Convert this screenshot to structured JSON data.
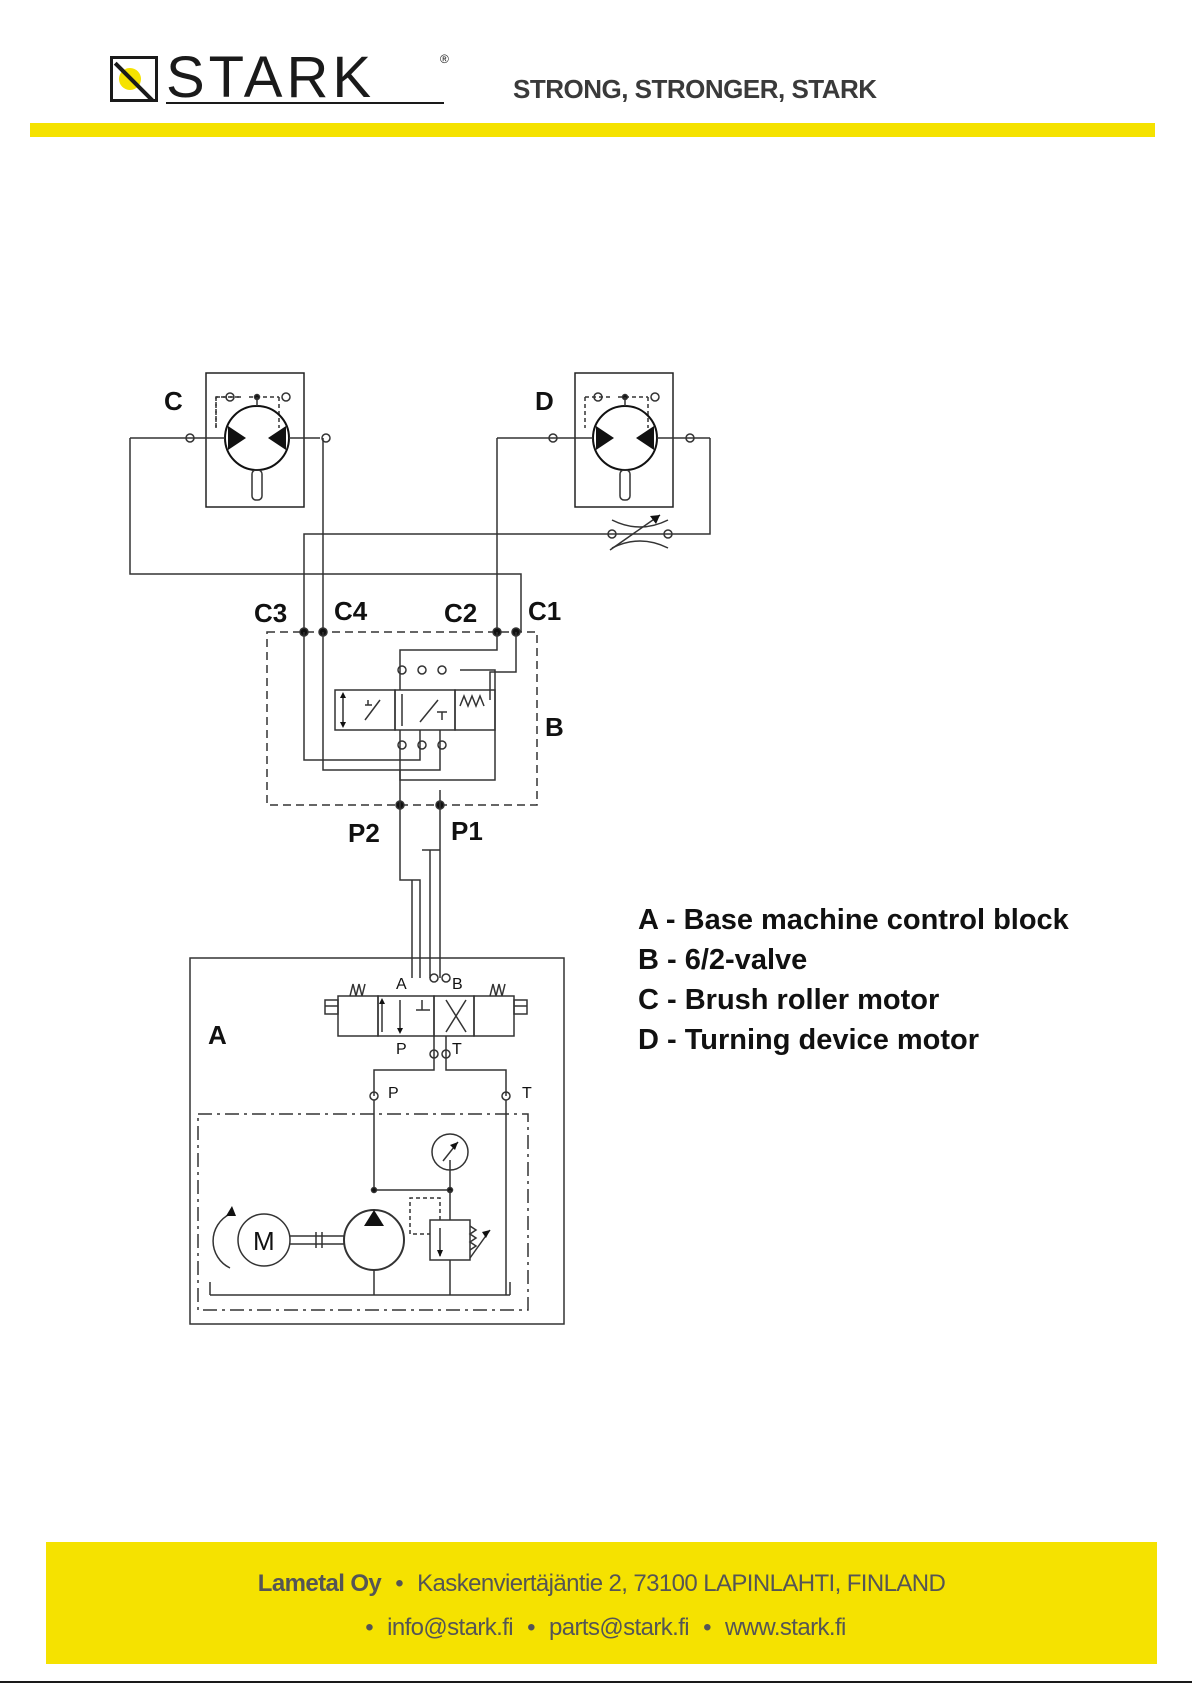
{
  "header": {
    "logo_text": "STARK",
    "logo_reg": "®",
    "tagline": "STRONG, STRONGER, STARK",
    "brand_yellow": "#f5e200"
  },
  "diagram": {
    "labels": {
      "c": "C",
      "d": "D",
      "b": "B",
      "a": "A",
      "c1": "C1",
      "c2": "C2",
      "c3": "C3",
      "c4": "C4",
      "p1": "P1",
      "p2": "P2"
    },
    "valve_a_ports": {
      "a": "A",
      "b": "B",
      "p": "P",
      "t": "T"
    },
    "unit_ports": {
      "p": "P",
      "t": "T"
    },
    "motor_symbol": "M"
  },
  "legend": {
    "items": [
      "A - Base machine control block",
      "B - 6/2-valve",
      "C - Brush roller motor",
      "D - Turning device motor"
    ]
  },
  "footer": {
    "company": "Lametal Oy",
    "address": "Kaskenviertäjäntie 2, 73100 LAPINLAHTI, FINLAND",
    "bullet": "•",
    "email": "info@stark.fi",
    "parts_email": "parts@stark.fi",
    "website": "www.stark.fi"
  }
}
